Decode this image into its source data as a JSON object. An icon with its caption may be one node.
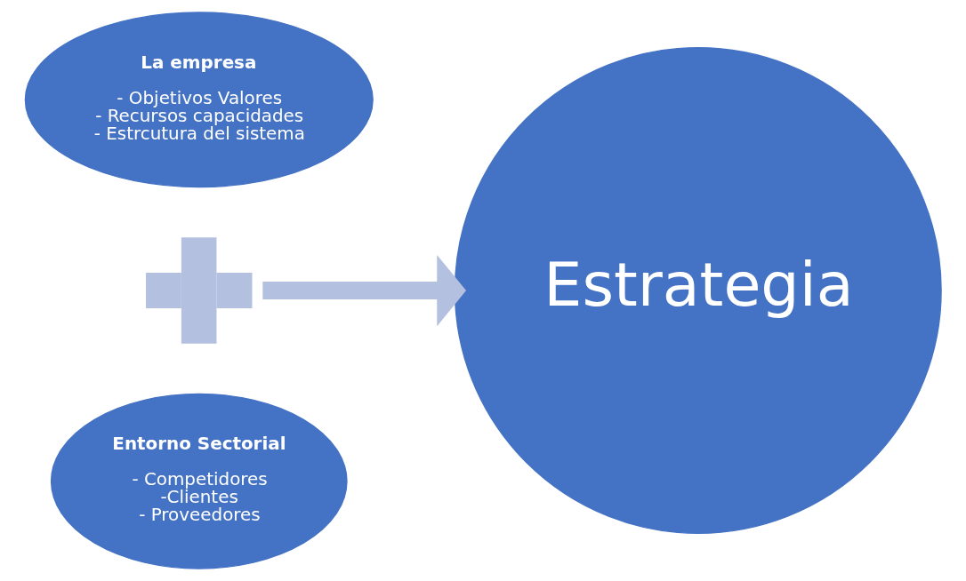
{
  "diagram": {
    "nodes": [
      {
        "text": [
          "La empresa",
          "- Objetivos Valores",
          "- Recursos capacidades",
          "- Estrcutura del sistema"
        ]
      },
      {
        "text": [],
        "shape": "plus"
      },
      {
        "text": [
          "Entorno Sectorial",
          "- Competidores",
          "-Clientes",
          "- Proveedores"
        ]
      },
      {
        "text": [
          "Estrategia"
        ]
      }
    ],
    "edges": [
      {
        "from": 1,
        "to": 3,
        "arrow": "to",
        "color": "#b4c0e0"
      }
    ]
  }
}
